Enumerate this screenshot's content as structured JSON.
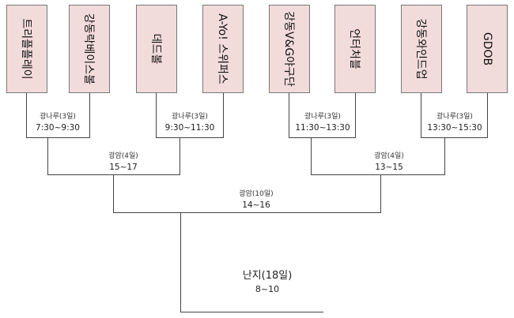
{
  "teams": [
    "트리플플레이",
    "강동락베이스볼",
    "데드볼",
    "A-Yo! 스위퍼스",
    "강동V&G야구단",
    "언터처블",
    "강동와인드업",
    "GDOB"
  ],
  "round1": [
    {
      "venue": "광나루(3일)",
      "time": "7:30~9:30"
    },
    {
      "venue": "광나루(3일)",
      "time": "9:30~11:30"
    },
    {
      "venue": "광나루(3일)",
      "time": "11:30~13:30"
    },
    {
      "venue": "광나루(3일)",
      "time": "13:30~15:30"
    }
  ],
  "round2": [
    {
      "venue": "광암(4일)",
      "time": "15~17"
    },
    {
      "venue": "광암(4일)",
      "time": "13~15"
    }
  ],
  "semifinal": {
    "venue": "광암(10일)",
    "time": "14~16"
  },
  "final": {
    "venue": "난지(18일)",
    "time": "8~10"
  }
}
